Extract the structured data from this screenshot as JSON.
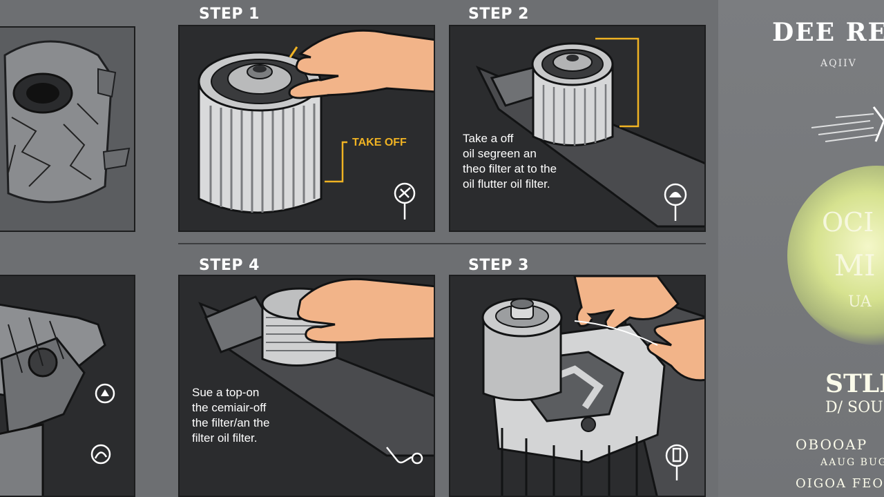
{
  "steps": {
    "step1_label": "STEP 1",
    "step2_label": "STEP 2",
    "step4_label": "STEP 4",
    "step3_label": "STEP 3"
  },
  "panel_step1": {
    "callout": "TAKE OFF"
  },
  "panel_step2": {
    "caption": "Take a off\noil segreen an\ntheo filter at to the\noil flutter oil filter."
  },
  "panel_step4": {
    "caption": "Sue a top-on\nthe cemiair-off\nthe filter/an the\nfilter oil filter."
  },
  "sidebar": {
    "title": "DEE RE",
    "subtitle": "AQIIV",
    "badge_lines": [
      "OCI",
      "MI",
      "UA"
    ],
    "label_main": "STLL",
    "label_sub": "D/ SOU",
    "footer_lines": [
      "ОBOOAP",
      "AAUG BUG",
      "OIGOA FEOD"
    ]
  },
  "colors": {
    "background": "#6d6f72",
    "panel": "#2b2c2e",
    "accent": "#f0b323",
    "skin": "#f2b489"
  },
  "icons": {
    "step1_tool": "wrench-hand-icon",
    "step2_tool": "wrench-hand-icon",
    "step4_tool": "oil-drop-icon",
    "step3_tool": "wrench-hand-icon",
    "left_tool_a": "gear-icon",
    "left_tool_b": "hand-icon"
  }
}
